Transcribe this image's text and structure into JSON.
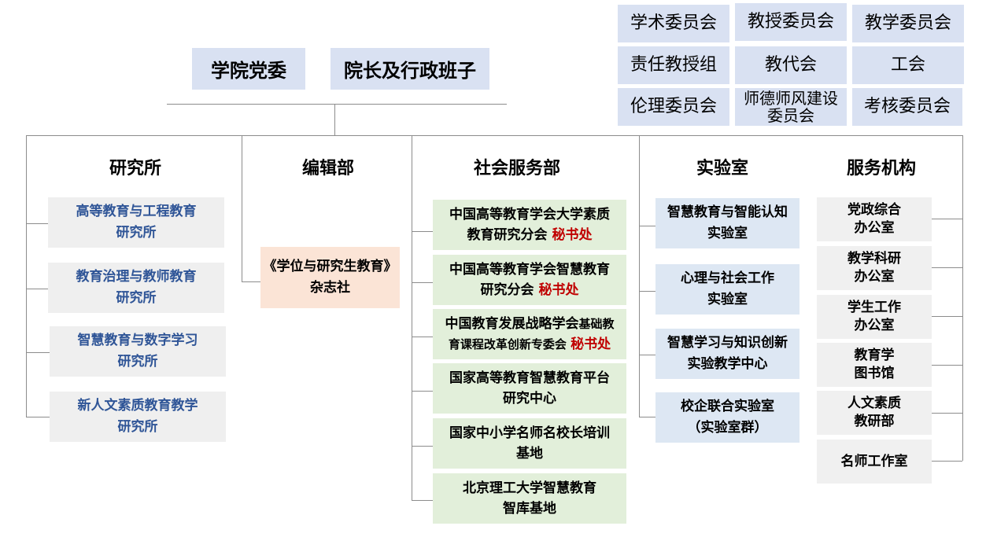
{
  "leadership": {
    "party_committee": "学院党委",
    "dean_team": "院长及行政班子"
  },
  "committees": [
    {
      "label": "学术委员会"
    },
    {
      "label": "教授委员会"
    },
    {
      "label": "教学委员会"
    },
    {
      "label": "责任教授组"
    },
    {
      "label": "教代会"
    },
    {
      "label": "工会"
    },
    {
      "label": "伦理委员会"
    },
    {
      "label_line1": "师德师风建设",
      "label_line2": "委员会"
    },
    {
      "label": "考核委员会"
    }
  ],
  "columns": {
    "research": {
      "title": "研究所",
      "items": [
        {
          "line1": "高等教育与工程教育",
          "line2": "研究所"
        },
        {
          "line1": "教育治理与教师教育",
          "line2": "研究所"
        },
        {
          "line1": "智慧教育与数字学习",
          "line2": "研究所"
        },
        {
          "line1": "新人文素质教育教学",
          "line2": "研究所"
        }
      ]
    },
    "editorial": {
      "title": "编辑部",
      "items": [
        {
          "line1": "《学位与研究生教育》",
          "line2": "杂志社"
        }
      ]
    },
    "social": {
      "title": "社会服务部",
      "items": [
        {
          "line1": "中国高等教育学会大学素质",
          "line2a": "教育研究分会 ",
          "line2b": "秘书处"
        },
        {
          "line1": "中国高等教育学会智慧教育",
          "line2a": "研究分会 ",
          "line2b": "秘书处"
        },
        {
          "line1a": "中国教育发展战略学会",
          "line1b": "基础教",
          "line2a": "育课程改革创新专委会 ",
          "line2b": "秘书处"
        },
        {
          "line1": "国家高等教育智慧教育平台",
          "line2": "研究中心"
        },
        {
          "line1": "国家中小学名师名校长培训",
          "line2": "基地"
        },
        {
          "line1": "北京理工大学智慧教育",
          "line2": "智库基地"
        }
      ]
    },
    "labs": {
      "title": "实验室",
      "items": [
        {
          "line1": "智慧教育与智能认知",
          "line2": "实验室"
        },
        {
          "line1": "心理与社会工作",
          "line2": "实验室"
        },
        {
          "line1": "智慧学习与知识创新",
          "line2": "实验教学中心"
        },
        {
          "line1": "校企联合实验室",
          "line2": "（实验室群）"
        }
      ]
    },
    "services": {
      "title": "服务机构",
      "items": [
        {
          "line1": "党政综合",
          "line2": "办公室"
        },
        {
          "line1": "教学科研",
          "line2": "办公室"
        },
        {
          "line1": "学生工作",
          "line2": "办公室"
        },
        {
          "line1": "教育学",
          "line2": "图书馆"
        },
        {
          "line1": "人文素质",
          "line2": "教研部"
        },
        {
          "line1": "名师工作室"
        }
      ]
    }
  }
}
